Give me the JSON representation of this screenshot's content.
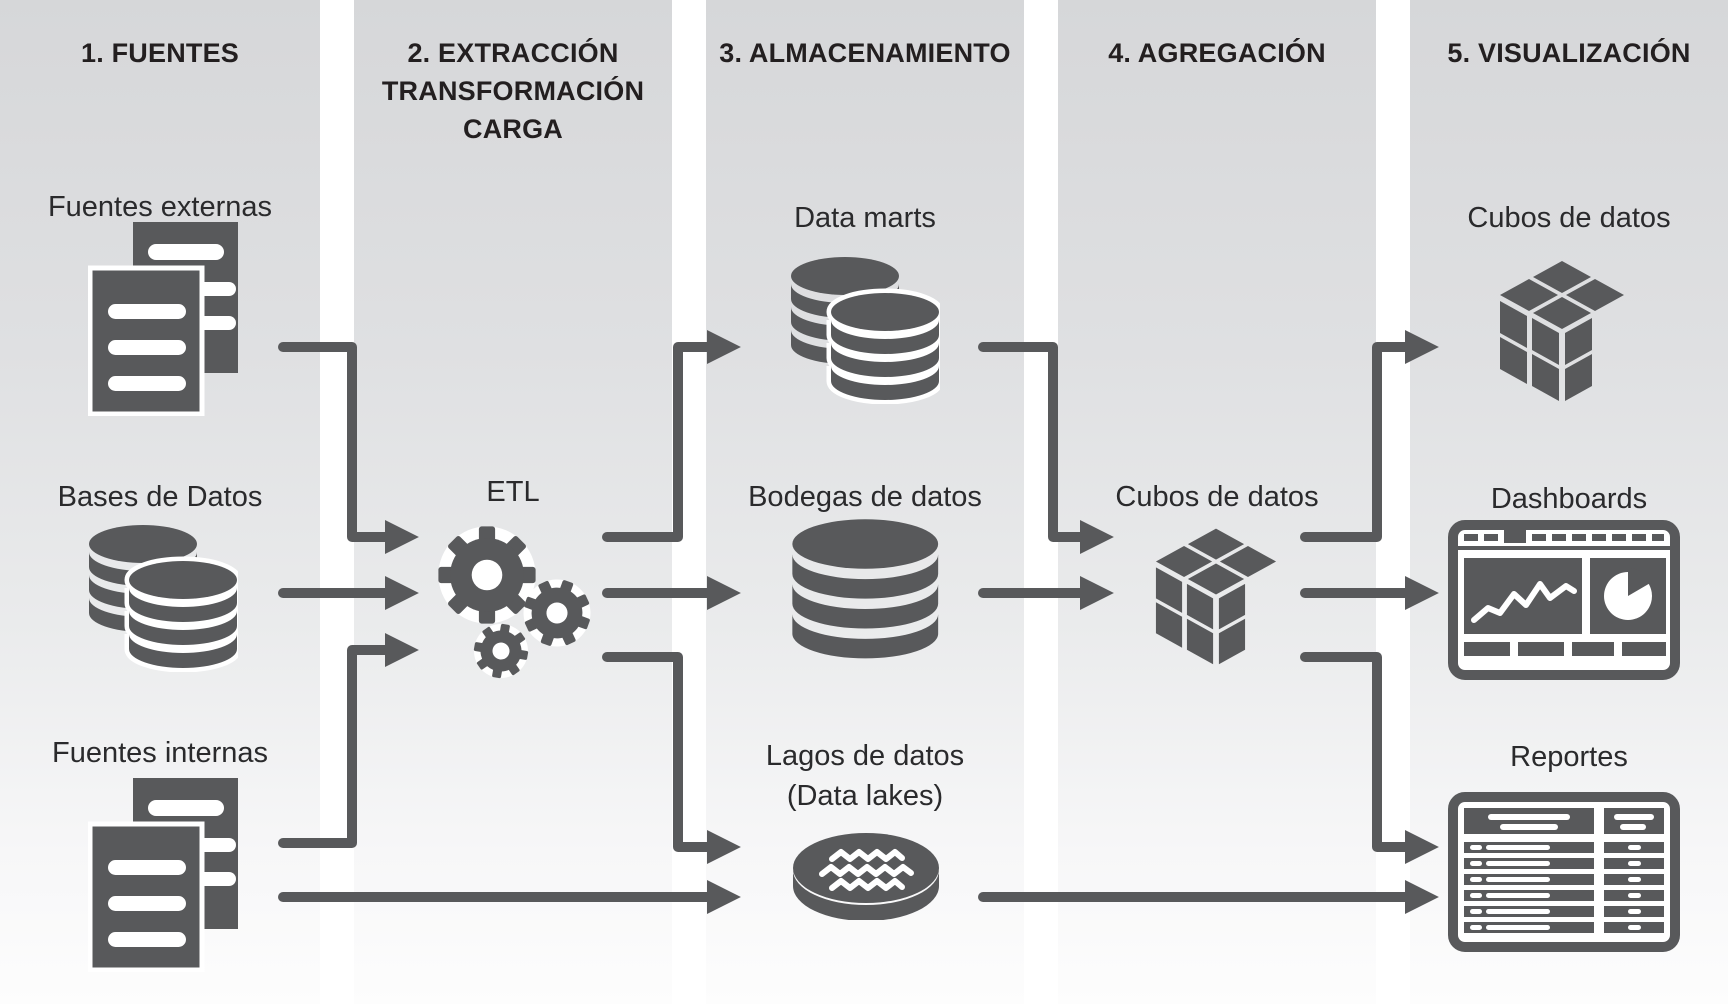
{
  "columns": [
    {
      "title_lines": [
        "1. FUENTES"
      ]
    },
    {
      "title_lines": [
        "2. EXTRACCIÓN",
        "TRANSFORMACIÓN",
        "CARGA"
      ]
    },
    {
      "title_lines": [
        "3. ALMACENAMIENTO"
      ]
    },
    {
      "title_lines": [
        "4. AGREGACIÓN"
      ]
    },
    {
      "title_lines": [
        "5. VISUALIZACIÓN"
      ]
    }
  ],
  "nodes": {
    "fuentes_externas": {
      "label": "Fuentes externas",
      "icon": "documents-icon"
    },
    "bases_de_datos": {
      "label": "Bases de Datos",
      "icon": "database-stack-icon"
    },
    "fuentes_internas": {
      "label": "Fuentes internas",
      "icon": "documents-icon"
    },
    "etl": {
      "label": "ETL",
      "icon": "gears-icon"
    },
    "data_marts": {
      "label": "Data marts",
      "icon": "database-stack-icon"
    },
    "bodegas": {
      "label": "Bodegas de datos",
      "icon": "database-icon"
    },
    "lagos": {
      "label": "Lagos de datos",
      "sublabel": "(Data lakes)",
      "icon": "data-lake-icon"
    },
    "cubos_agregacion": {
      "label": "Cubos de datos",
      "icon": "cube-icon"
    },
    "cubos_visualizacion": {
      "label": "Cubos de datos",
      "icon": "cube-icon"
    },
    "dashboards": {
      "label": "Dashboards",
      "icon": "dashboard-icon"
    },
    "reportes": {
      "label": "Reportes",
      "icon": "report-table-icon"
    }
  },
  "connections": [
    {
      "from": "fuentes_externas",
      "to": "etl"
    },
    {
      "from": "bases_de_datos",
      "to": "etl"
    },
    {
      "from": "fuentes_internas",
      "to": "etl"
    },
    {
      "from": "fuentes_internas",
      "to": "lagos"
    },
    {
      "from": "etl",
      "to": "data_marts"
    },
    {
      "from": "etl",
      "to": "bodegas"
    },
    {
      "from": "etl",
      "to": "lagos"
    },
    {
      "from": "data_marts",
      "to": "cubos_agregacion"
    },
    {
      "from": "bodegas",
      "to": "cubos_agregacion"
    },
    {
      "from": "lagos",
      "to": "reportes"
    },
    {
      "from": "cubos_agregacion",
      "to": "cubos_visualizacion"
    },
    {
      "from": "cubos_agregacion",
      "to": "dashboards"
    },
    {
      "from": "cubos_agregacion",
      "to": "reportes"
    }
  ],
  "colors": {
    "icon_gray": "#58595b",
    "arrow_gray": "#58595b",
    "column_bg_top": "#d6d7d9",
    "column_bg_bottom": "#fdfdfd",
    "text": "#231f20"
  }
}
